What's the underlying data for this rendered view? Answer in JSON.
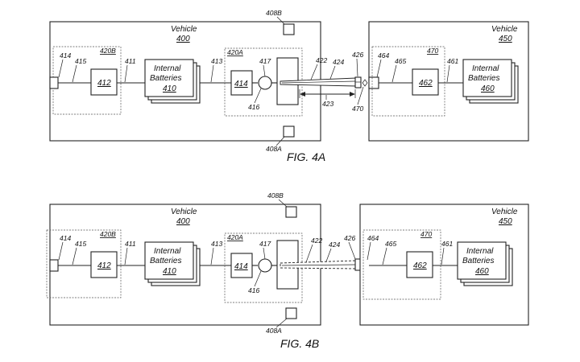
{
  "fig_a": {
    "caption": "FIG. 4A",
    "vehicle_a": {
      "word": "Vehicle",
      "ref": "400"
    },
    "vehicle_b": {
      "word": "Vehicle",
      "ref": "450"
    },
    "batteries_a": {
      "line1": "Internal",
      "line2": "Batteries",
      "ref": "410"
    },
    "batteries_b": {
      "line1": "Internal",
      "line2": "Batteries",
      "ref": "460"
    },
    "refs": {
      "r408b": "408B",
      "r408a": "408A",
      "r420b": "420B",
      "r420a": "420A",
      "r414": "414",
      "r415": "415",
      "r412": "412",
      "r411": "411",
      "r413": "413",
      "r414box": "414",
      "r417": "417",
      "r416": "416",
      "r422": "422",
      "r424": "424",
      "r423": "423",
      "r426": "426",
      "r470": "470",
      "r464": "464",
      "r465": "465",
      "r470b": "470",
      "r462": "462",
      "r461": "461"
    }
  },
  "fig_b": {
    "caption": "FIG. 4B",
    "vehicle_a": {
      "word": "Vehicle",
      "ref": "400"
    },
    "vehicle_b": {
      "word": "Vehicle",
      "ref": "450"
    },
    "batteries_a": {
      "line1": "Internal",
      "line2": "Batteries",
      "ref": "410"
    },
    "batteries_b": {
      "line1": "Internal",
      "line2": "Batteries",
      "ref": "460"
    },
    "refs": {
      "r408b": "408B",
      "r408a": "408A",
      "r420b": "420B",
      "r420a": "420A",
      "r414": "414",
      "r415": "415",
      "r412": "412",
      "r411": "411",
      "r413": "413",
      "r414box": "414",
      "r417": "417",
      "r416": "416",
      "r422": "422",
      "r424": "424",
      "r426": "426",
      "r464": "464",
      "r465": "465",
      "r470b": "470",
      "r462": "462",
      "r461": "461"
    }
  }
}
